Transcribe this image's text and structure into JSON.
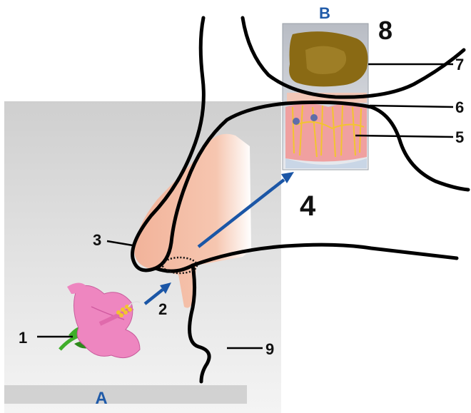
{
  "diagram": {
    "panel_labels": {
      "a": "A",
      "b": "B"
    },
    "numbers": {
      "n1": "1",
      "n2": "2",
      "n3": "3",
      "n4": "4",
      "n5": "5",
      "n6": "6",
      "n7": "7",
      "n8": "8",
      "n9": "9"
    },
    "colors": {
      "panel_blue": "#1f5aa8",
      "arrow_blue": "#1b56a6",
      "outline": "#000000",
      "nose_skin": "#f2b9a0",
      "flower_pink": "#ee86c0",
      "leaf_green": "#3fae2a",
      "bulb_olive": "#8a6a14",
      "epithelium_pink": "#f0a0a0",
      "nerve_yellow": "#f2c430"
    }
  }
}
